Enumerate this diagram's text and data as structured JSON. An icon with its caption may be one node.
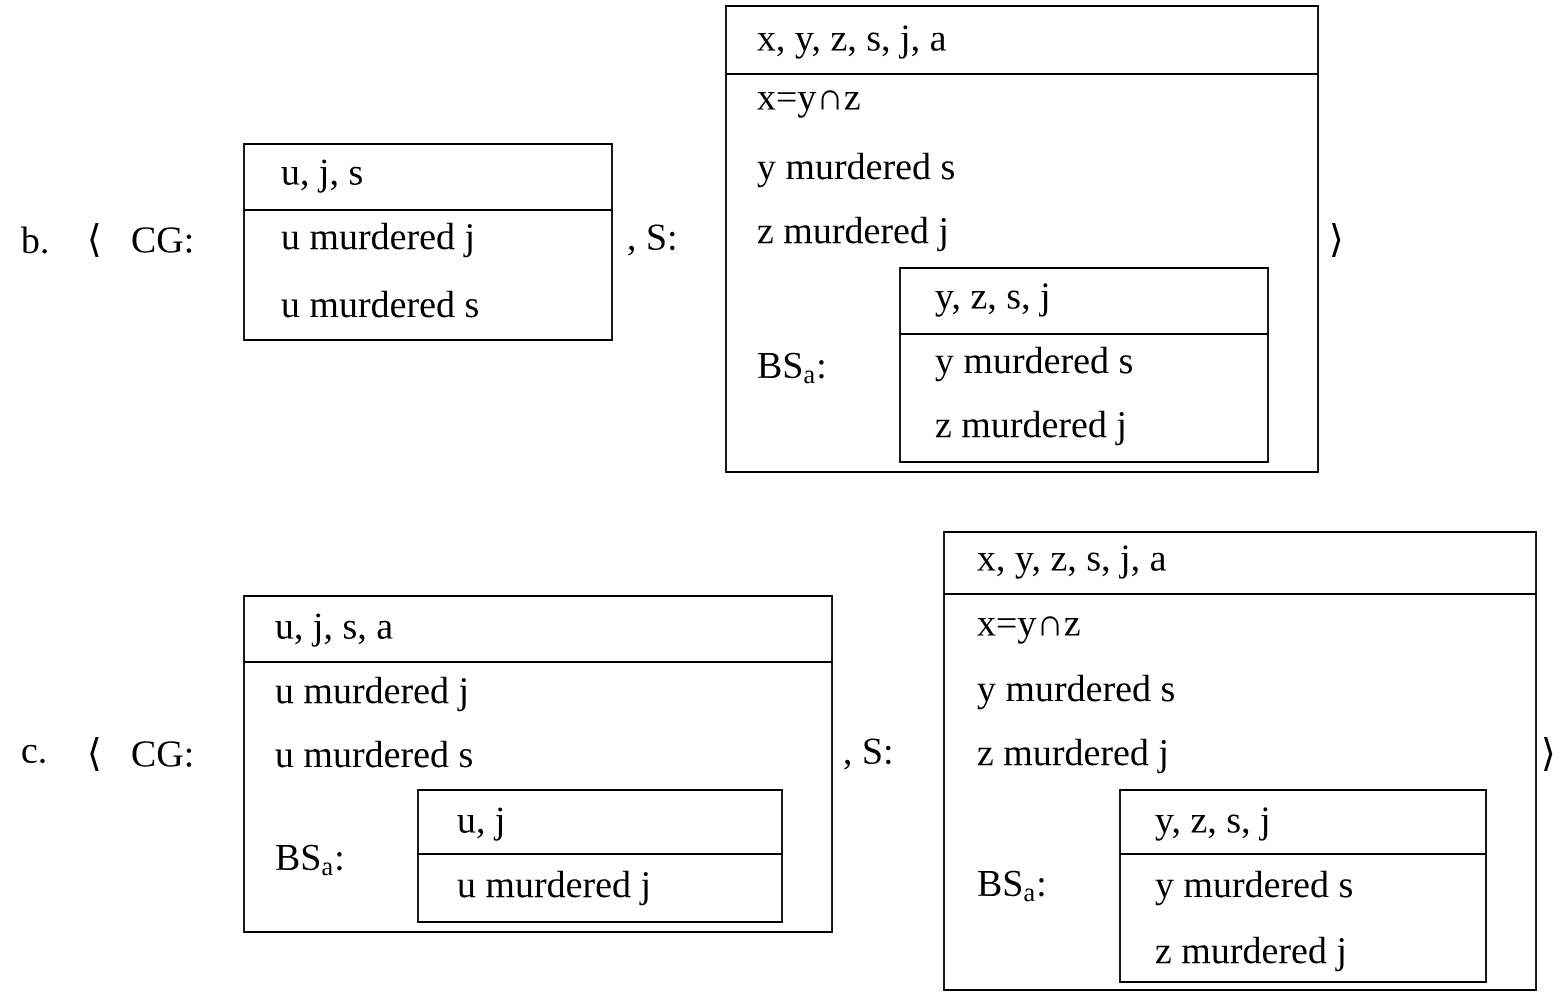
{
  "diagram": {
    "nodes": [
      {
        "text": [
          "u, j, s",
          "u murdered j",
          "u murdered s"
        ]
      },
      {
        "text": [
          "x, y, z, s, j, a",
          "x=y∩z",
          "y murdered s",
          "z murdered j"
        ]
      },
      {
        "text": [
          "y, z, s, j",
          "y murdered s",
          "z murdered j"
        ],
        "in": 1,
        "beside": [
          "BS$_{a}$:"
        ]
      },
      {
        "text": [
          "u, j, s, a",
          "u murdered j",
          "u murdered s"
        ]
      },
      {
        "text": [
          "u, j",
          "u murdered j"
        ],
        "in": 3,
        "beside": [
          "BS$_{a}$:"
        ]
      },
      {
        "text": [
          "x, y, z, s, j, a",
          "x=y∩z",
          "y murdered s",
          "z murdered j"
        ]
      },
      {
        "text": [
          "y, z, s, j",
          "y murdered s",
          "z murdered j"
        ],
        "in": 5,
        "beside": [
          "BS$_{a}$:"
        ]
      }
    ],
    "labels": [
      "b.",
      "⟨",
      "CG:",
      ", S:",
      "⟩",
      "c.",
      "⟨",
      "CG:",
      ", S:",
      "⟩"
    ]
  }
}
